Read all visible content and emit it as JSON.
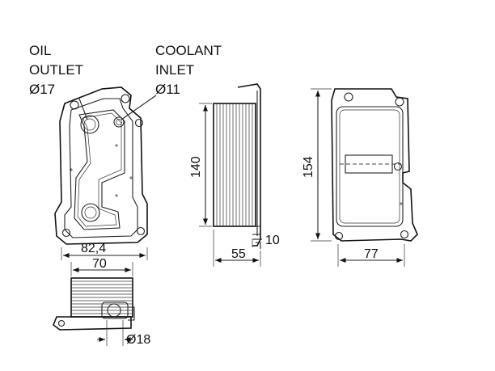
{
  "labels": {
    "oil_outlet": [
      "OIL",
      "OUTLET",
      "Ø17"
    ],
    "coolant_inlet": [
      "COOLANT",
      "INLET",
      "Ø11"
    ]
  },
  "dimensions": {
    "width_front": "82,4",
    "height_side": "140",
    "depth_side": "55",
    "flange_side": "10",
    "height_rear": "154",
    "width_rear": "77",
    "width_bottom": "70",
    "port_bottom": "Ø18"
  }
}
